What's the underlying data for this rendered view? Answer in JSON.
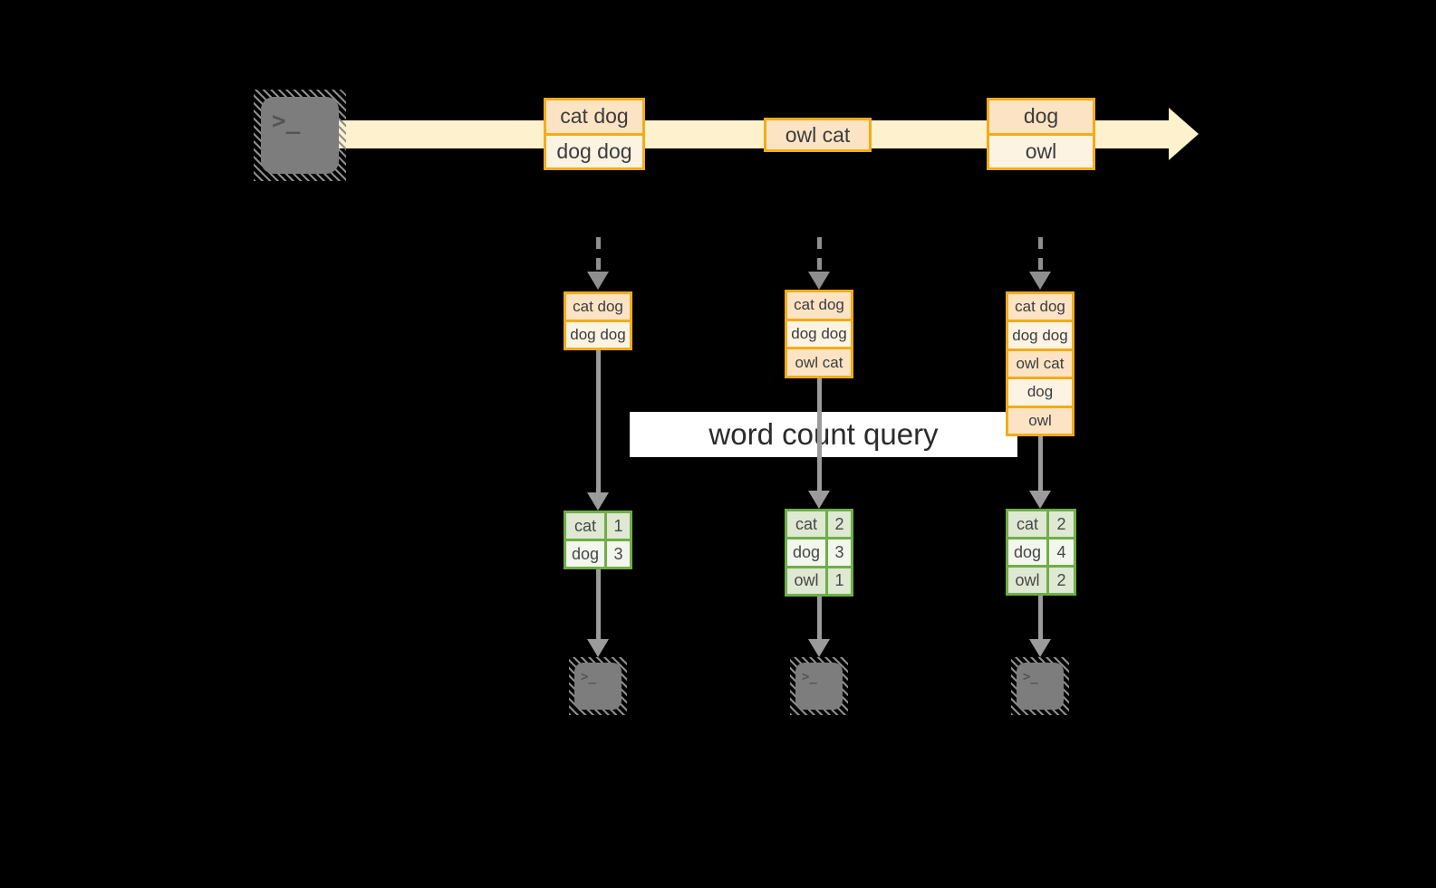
{
  "banner": {
    "label": "word count query"
  },
  "icons": {
    "terminal_glyph": ">_"
  },
  "stream": {
    "batches": [
      {
        "items": [
          "cat dog",
          "dog dog"
        ]
      },
      {
        "items": [
          "owl cat"
        ]
      },
      {
        "items": [
          "dog",
          "owl"
        ]
      }
    ]
  },
  "columns": [
    {
      "buffer": [
        "cat dog",
        "dog dog"
      ],
      "counts": [
        {
          "word": "cat",
          "count": "1"
        },
        {
          "word": "dog",
          "count": "3"
        }
      ]
    },
    {
      "buffer": [
        "cat dog",
        "dog dog",
        "owl cat"
      ],
      "counts": [
        {
          "word": "cat",
          "count": "2"
        },
        {
          "word": "dog",
          "count": "3"
        },
        {
          "word": "owl",
          "count": "1"
        }
      ]
    },
    {
      "buffer": [
        "cat dog",
        "dog dog",
        "owl cat",
        "dog",
        "owl"
      ],
      "counts": [
        {
          "word": "cat",
          "count": "2"
        },
        {
          "word": "dog",
          "count": "4"
        },
        {
          "word": "owl",
          "count": "2"
        }
      ]
    }
  ],
  "colors": {
    "background": "#000000",
    "stream_fill": "#FDF1CE",
    "orange_border": "#F2AC19",
    "orange_cell_dark": "#FBE3C4",
    "orange_cell_light": "#FDF3E3",
    "green_border": "#6FAE49",
    "green_row_dark": "#DEE8D3",
    "green_row_light": "#F2F6ED",
    "arrow_gray": "#9B9B9B",
    "dash_gray": "#8F8F8F",
    "terminal_gray": "#7D7D7D",
    "banner_bg": "#FFFFFF",
    "text_dark": "#3C3C3C"
  }
}
